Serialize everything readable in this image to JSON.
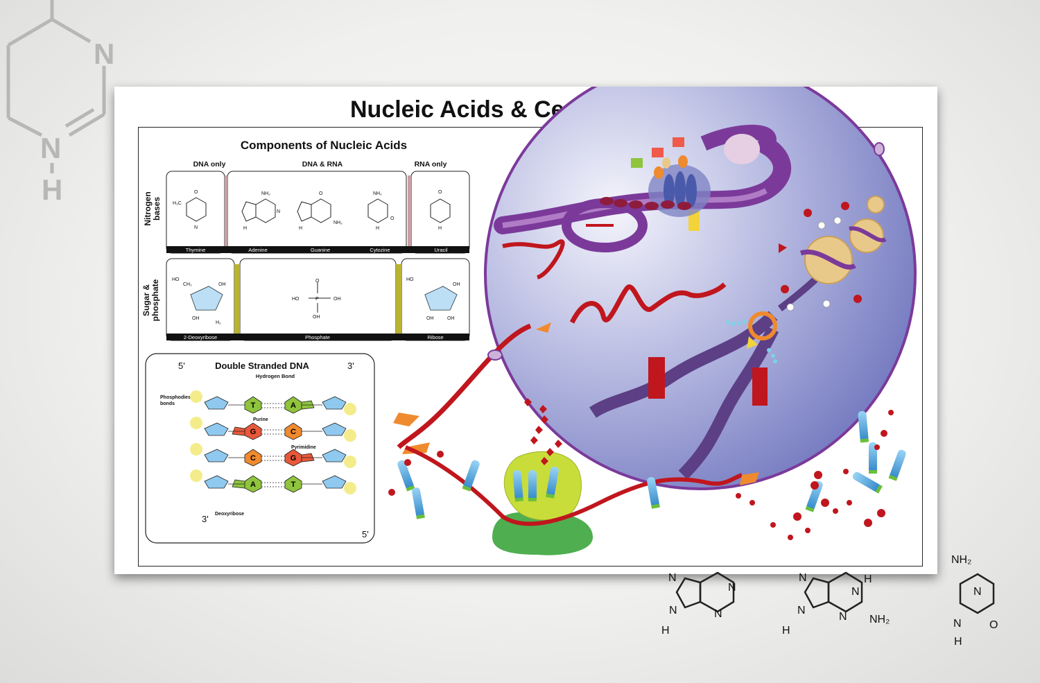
{
  "title": "Nucleic Acids & Central Dogma",
  "components": {
    "title": "Components of Nucleic Acids",
    "columns": [
      "DNA only",
      "DNA & RNA",
      "RNA only"
    ],
    "row_labels": [
      "Nitrogen\nbases",
      "Sugar &\nphosphate"
    ],
    "bases": [
      "Thymine",
      "Adenine",
      "Guanine",
      "Cytozine",
      "Uracil"
    ],
    "sugars": [
      "2-Deoxyribose",
      "Phosphate",
      "Ribose"
    ]
  },
  "dsdna": {
    "title": "Double Stranded DNA",
    "ends": [
      "5'",
      "3'",
      "3'",
      "5'"
    ],
    "labels": {
      "hbond": "Hydrogen Bond",
      "phosphodiester": "Phosphodiester\nbonds",
      "purine": "Purine",
      "pyrimidine": "Pyrimidine",
      "deoxyribose": "Deoxyribose"
    },
    "pairs": [
      [
        "T",
        "A"
      ],
      [
        "G",
        "C"
      ],
      [
        "C",
        "G"
      ],
      [
        "A",
        "T"
      ]
    ]
  },
  "atoms": {
    "N": "N",
    "H": "H",
    "NH2": "NH₂",
    "O": "O",
    "HO": "HO",
    "OH": "OH",
    "P": "P",
    "CH2": "CH₂",
    "H3C": "H₃C",
    "H2": "H₂"
  },
  "colors": {
    "purple": "#7b3a9a",
    "nucleus": "#7d83c6",
    "red": "#c0161d",
    "orange": "#f08a2e",
    "green": "#8fc43c",
    "tan": "#e9c98a",
    "blue": "#3a9bd8",
    "olive": "#b8b432",
    "pink": "#c8a0a6"
  }
}
